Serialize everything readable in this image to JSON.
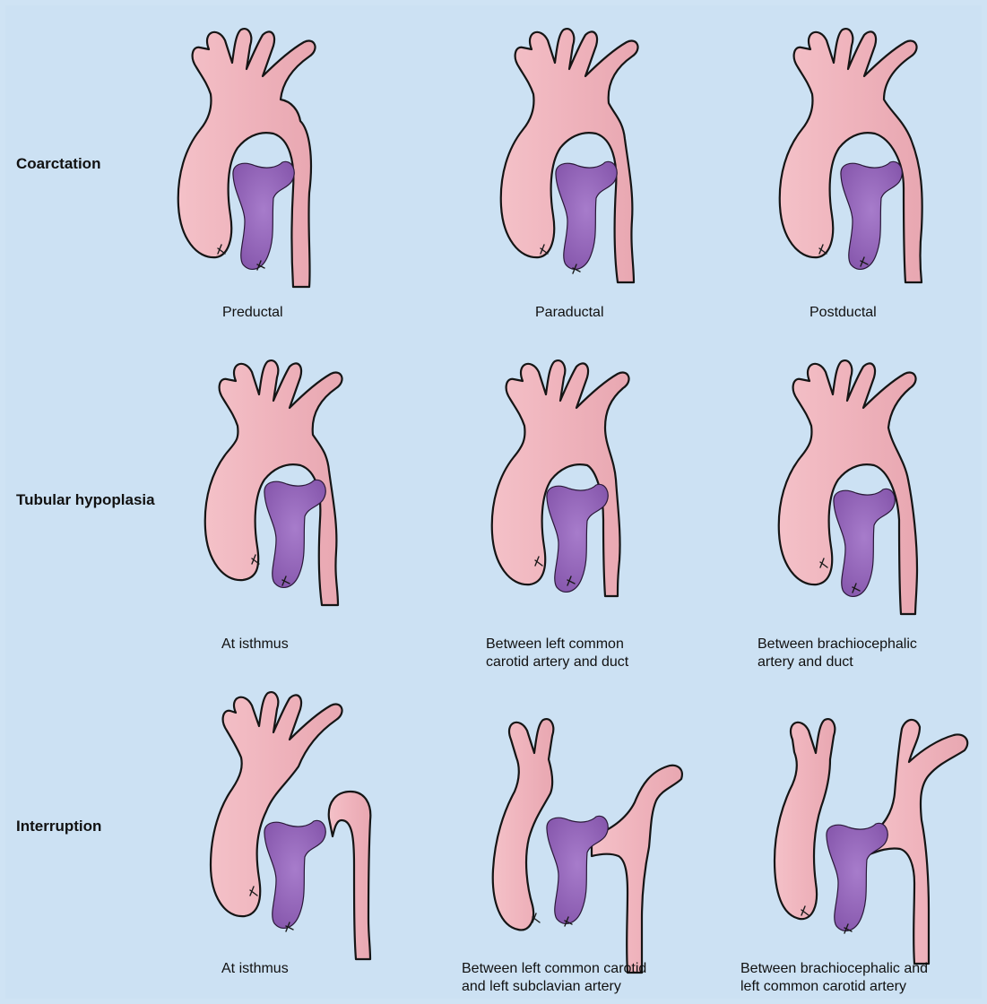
{
  "rows": [
    {
      "label": "Coarctation",
      "captions": [
        [
          "Preductal"
        ],
        [
          "Paraductal"
        ],
        [
          "Postductal"
        ]
      ]
    },
    {
      "label": "Tubular hypoplasia",
      "captions": [
        [
          "At isthmus"
        ],
        [
          "Between left common",
          "carotid artery and duct"
        ],
        [
          "Between brachiocephalic",
          "artery and duct"
        ]
      ]
    },
    {
      "label": "Interruption",
      "captions": [
        [
          "At isthmus"
        ],
        [
          "Between left common carotid",
          "and left subclavian artery"
        ],
        [
          "Between brachiocephalic and",
          "left common carotid artery"
        ]
      ]
    }
  ],
  "colors": {
    "background": "#cce1f3",
    "aorta": "#f1b7bf",
    "pulmonary_artery": "#9a6cbd"
  }
}
